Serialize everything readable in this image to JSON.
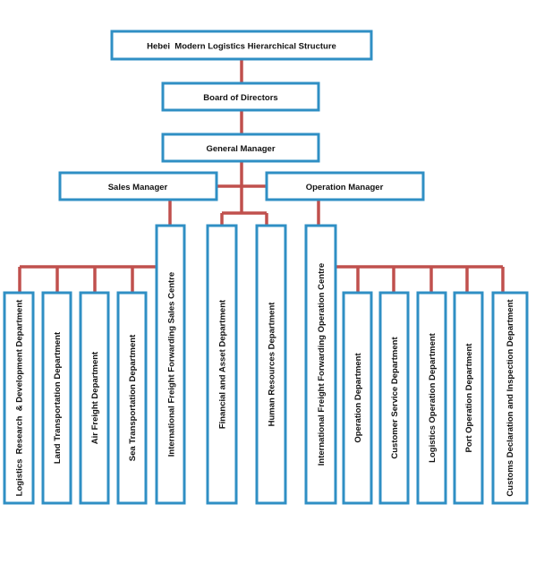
{
  "title": "Hebei  Modern Logistics Hierarchical Structure",
  "board": "Board of Directors",
  "general_manager": "General Manager",
  "sales_manager": "Sales Manager",
  "operation_manager": "Operation Manager",
  "columns": {
    "research": "Logistics  Research  & Development Department",
    "land": "Land Transportation Department",
    "air": "Air Freight Department",
    "sea": "Sea Transportation Department",
    "intl_sales": "International Freight Forwarding Sales Centre",
    "finance": "Financial and Asset Department",
    "hr": "Human Resources Department",
    "intl_ops": "International Freight Forwarding Operation Centre",
    "operation": "Operation Department",
    "customer": "Customer Service Department",
    "logistics_op": "Logistics Operation Department",
    "port": "Port Operation Department",
    "customs": "Customs Declaration and Inspection Department"
  },
  "colors": {
    "box_border": "#2f8fc4",
    "connector": "#c0504d"
  }
}
